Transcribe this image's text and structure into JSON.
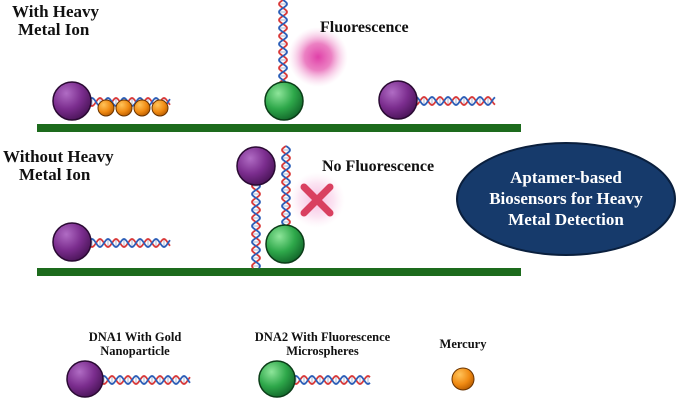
{
  "sections": {
    "with_ion": {
      "line1": "With Heavy",
      "line2": "Metal Ion"
    },
    "without_ion": {
      "line1": "Without Heavy",
      "line2": "Metal Ion"
    }
  },
  "signals": {
    "positive": "Fluorescence",
    "negative": "No Fluorescence"
  },
  "title_badge": {
    "line1": "Aptamer-based",
    "line2": "Biosensors for Heavy",
    "line3": "Metal Detection",
    "color": "#163a6b"
  },
  "legend": {
    "dna1": {
      "line1": "DNA1 With Gold",
      "line2": "Nanoparticle"
    },
    "dna2": {
      "line1": "DNA2 With Fluorescence",
      "line2": "Microspheres"
    },
    "mercury": {
      "line1": "Mercury"
    }
  },
  "colors": {
    "surface": "#1d6b1d",
    "gold_nanoparticle": "#7b2d8e",
    "fluorescence_microsphere": "#2ea84a",
    "mercury": "#f08a12",
    "glow": "#e040a8",
    "cross": "#d94060",
    "dna_strand_a": "#d93a3a",
    "dna_strand_b": "#2d5fb8"
  }
}
